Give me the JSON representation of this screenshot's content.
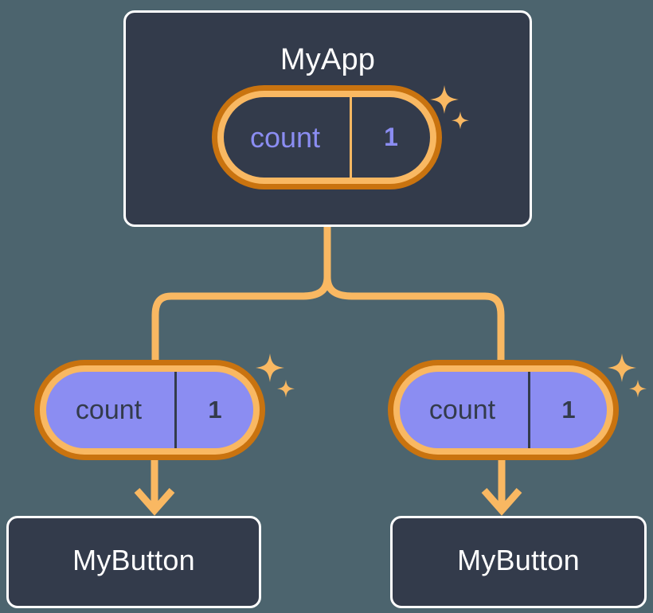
{
  "diagram": {
    "title_root": "MyApp",
    "background_color": "#4c646e",
    "accent_orange": "#f9b862",
    "accent_orange_dark": "#c9730f",
    "state_purple": "#8b8df2",
    "box_fill": "#333b4b",
    "box_border": "#ffffff"
  },
  "root": {
    "name": "MyApp",
    "state": {
      "key": "count",
      "value": "1"
    },
    "sparkle_icon": "sparkles-icon"
  },
  "children": [
    {
      "id": "left",
      "state": {
        "key": "count",
        "value": "1"
      },
      "sparkle_icon": "sparkles-icon",
      "component": {
        "name": "MyButton"
      }
    },
    {
      "id": "right",
      "state": {
        "key": "count",
        "value": "1"
      },
      "sparkle_icon": "sparkles-icon",
      "component": {
        "name": "MyButton"
      }
    }
  ]
}
